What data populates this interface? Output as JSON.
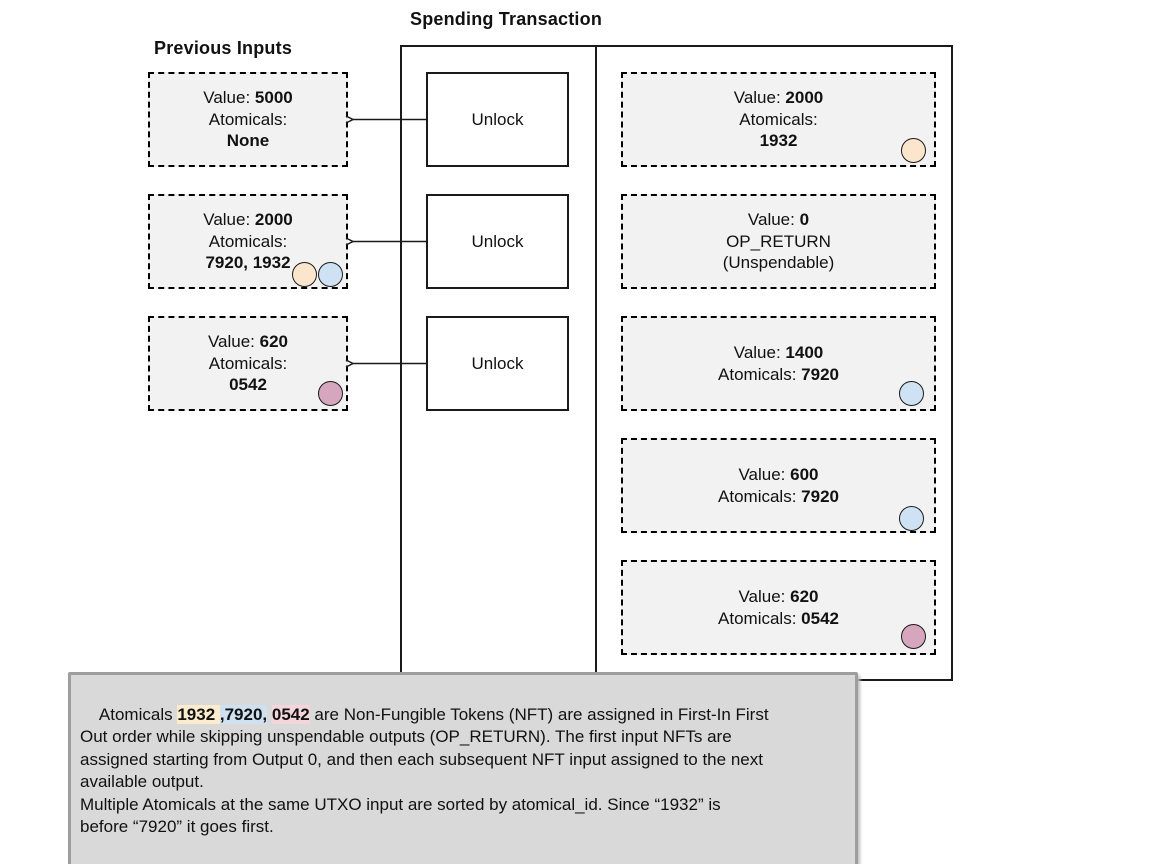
{
  "titles": {
    "previous_inputs": "Previous Inputs",
    "spending_transaction": "Spending Transaction"
  },
  "labels": {
    "value_prefix": "Value: ",
    "atomicals_label": "Atomicals:",
    "atomicals_prefix": "Atomicals: ",
    "unlock": "Unlock"
  },
  "inputs": [
    {
      "value": "5000",
      "atomicals": "None",
      "tokens": []
    },
    {
      "value": "2000",
      "atomicals": "7920, 1932",
      "tokens": [
        "peach",
        "blue"
      ]
    },
    {
      "value": "620",
      "atomicals": "0542",
      "tokens": [
        "pink"
      ]
    }
  ],
  "outputs": [
    {
      "value": "2000",
      "atomicals": "1932",
      "tokens": [
        "peach"
      ]
    },
    {
      "value": "0",
      "line2": "OP_RETURN",
      "line3": "(Unspendable)",
      "tokens": []
    },
    {
      "value": "1400",
      "atomicals_inline": "7920",
      "tokens": [
        "blue"
      ]
    },
    {
      "value": "600",
      "atomicals_inline": "7920",
      "tokens": [
        "blue"
      ]
    },
    {
      "value": "620",
      "atomicals_inline": "0542",
      "tokens": [
        "pink"
      ]
    }
  ],
  "token_colors": {
    "peach": "#fce5cd",
    "blue": "#cfe2f3",
    "pink": "#d5a6bd"
  },
  "note": {
    "highlight_colors": {
      "cream": "#fbeccd",
      "blue": "#cfe0f1",
      "pink": "#f4d6da"
    },
    "segments": [
      {
        "text": "Atomicals "
      },
      {
        "text": "1932 ",
        "bold": true,
        "highlight": "cream"
      },
      {
        "text": ",7920,",
        "bold": true,
        "highlight": "blue"
      },
      {
        "text": " "
      },
      {
        "text": "0542",
        "bold": true,
        "highlight": "pink"
      },
      {
        "text": " are Non-Fungible Tokens (NFT) are assigned in First-In First\nOut order while skipping unspendable outputs (OP_RETURN). The first input NFTs are\nassigned starting from Output 0, and then each subsequent NFT input assigned to the next\navailable output.\nMultiple Atomicals at the same UTXO input are sorted by atomical_id. Since “1932” is\nbefore “7920” it goes first."
      }
    ]
  }
}
